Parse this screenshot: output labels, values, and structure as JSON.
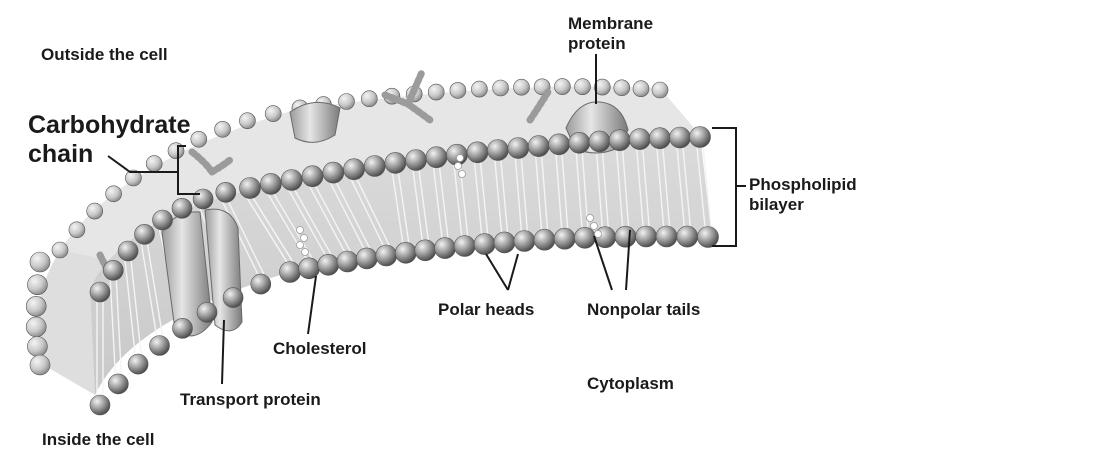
{
  "regions": {
    "outside": "Outside the cell",
    "inside": "Inside the cell",
    "cytoplasm": "Cytoplasm"
  },
  "labels": {
    "carbohydrate_line1": "Carbohydrate",
    "carbohydrate_line2": "chain",
    "membrane_protein_line1": "Membrane",
    "membrane_protein_line2": "protein",
    "phospholipid_line1": "Phospholipid",
    "phospholipid_line2": "bilayer",
    "polar_heads": "Polar heads",
    "nonpolar_tails": "Nonpolar tails",
    "cholesterol": "Cholesterol",
    "transport_protein": "Transport protein"
  }
}
